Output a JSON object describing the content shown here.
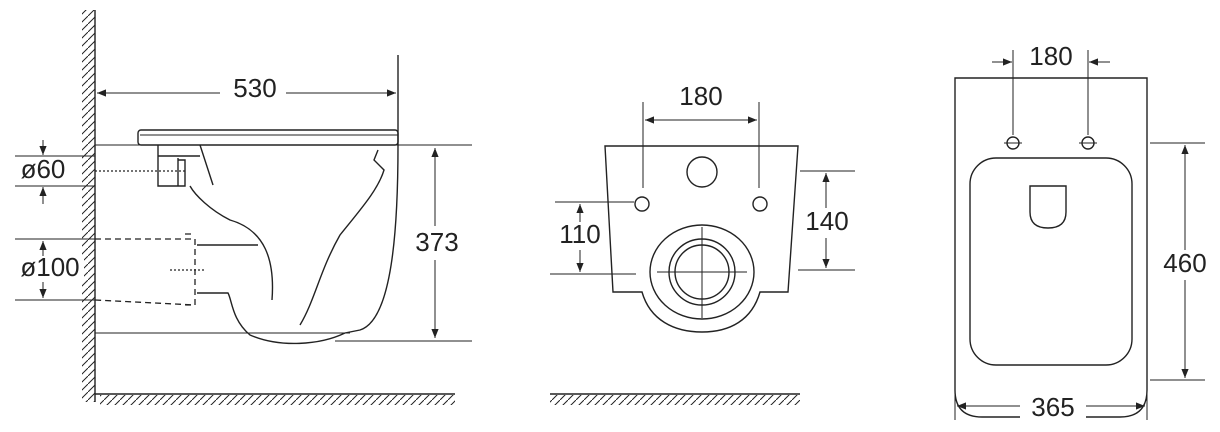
{
  "side_view": {
    "length_label": "530",
    "height_label": "373",
    "inlet_diameter_label": "ø60",
    "outlet_diameter_label": "ø100"
  },
  "front_view": {
    "bolt_spacing_label": "180",
    "outlet_height_label": "110",
    "bolt_height_label": "140"
  },
  "top_view": {
    "bolt_spacing_label": "180",
    "depth_label": "460",
    "width_label": "365"
  },
  "colors": {
    "line": "#222222",
    "background": "#ffffff"
  }
}
